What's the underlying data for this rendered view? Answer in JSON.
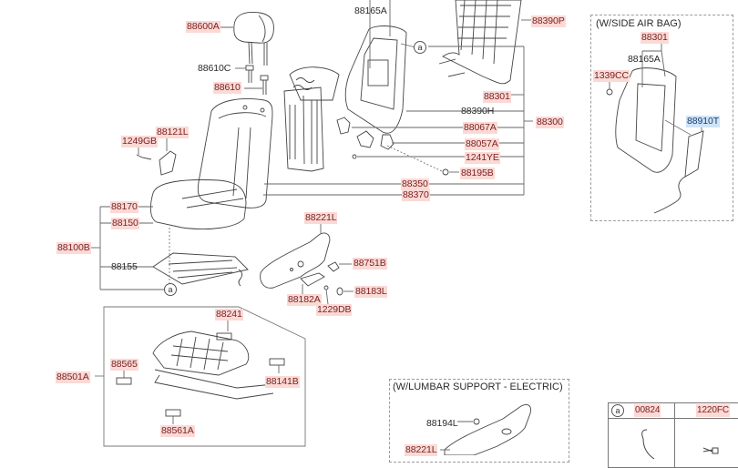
{
  "diagram": {
    "type": "parts-exploded-view",
    "subject": "Front seat assembly",
    "labels": {
      "headrest": "88600A",
      "headrest_guide_c": "88610C",
      "headrest_guide": "88610",
      "back_frame_top": "88165A",
      "back_board": "88390P",
      "back_frame": "88301",
      "back_pad_h": "88390H",
      "recliner_cover_a": "88067A",
      "recliner_cover_b": "88057A",
      "screw_1241ye": "1241YE",
      "bolt_88195b": "88195B",
      "back_assy": "88300",
      "back_cover": "88350",
      "back_pad": "88370",
      "bracket_88121l": "88121L",
      "bolt_1249gb": "1249GB",
      "cushion_cover": "88170",
      "cushion_pad": "88150",
      "cushion_assy": "88100B",
      "cushion_heater": "88155",
      "side_shield": "88221L",
      "knob_88751b": "88751B",
      "lever_88182a": "88182A",
      "cap_88183l": "88183L",
      "screw_1229db": "1229DB",
      "track_cover_88241": "88241",
      "track_cover_88565": "88565",
      "track_assy": "88501A",
      "track_cover_88141b": "88141B",
      "track_cover_88561a": "88561A"
    },
    "airbag_box": {
      "title": "(W/SIDE AIR BAG)",
      "frame": "88301",
      "frame_top": "88165A",
      "nut": "1339CC",
      "airbag_module": "88910T"
    },
    "lumbar_box": {
      "title": "(W/LUMBAR SUPPORT - ELECTRIC)",
      "switch": "88194L",
      "side_shield": "88221L"
    },
    "ref_marker": "a",
    "legend_table": {
      "marker": "a",
      "columns": [
        "00824",
        "1220FC"
      ]
    },
    "colors": {
      "red_label_bg": "#fbd9d5",
      "blue_label_bg": "#cfe3f7",
      "line": "#555555"
    }
  }
}
